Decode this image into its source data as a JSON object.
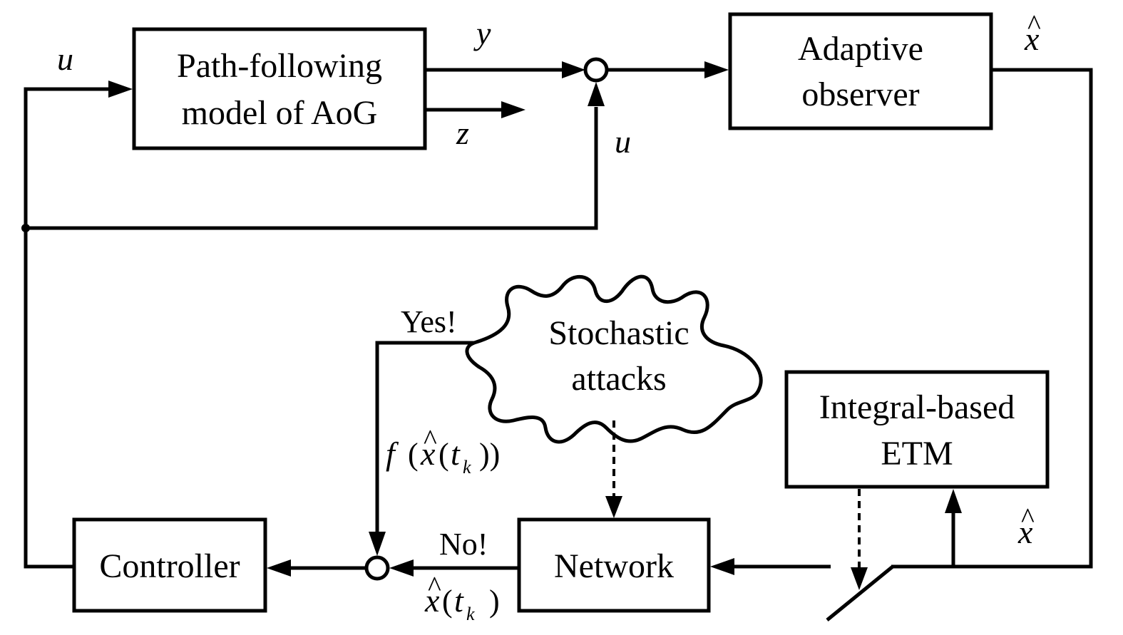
{
  "blocks": {
    "plant": [
      "Path-following",
      "model of AoG"
    ],
    "observer": [
      "Adaptive",
      "observer"
    ],
    "etm": [
      "Integral-based",
      "ETM"
    ],
    "network": "Network",
    "controller": "Controller",
    "attacks": [
      "Stochastic",
      "attacks"
    ]
  },
  "signals": {
    "u": "u",
    "y": "y",
    "z": "z",
    "x_hat": "x",
    "hat": "^",
    "t": "t",
    "k": "k",
    "f": "f",
    "lparen": "(",
    "rparen": ")",
    "rparen2": "))"
  },
  "decisions": {
    "yes": "Yes!",
    "no": "No!"
  }
}
